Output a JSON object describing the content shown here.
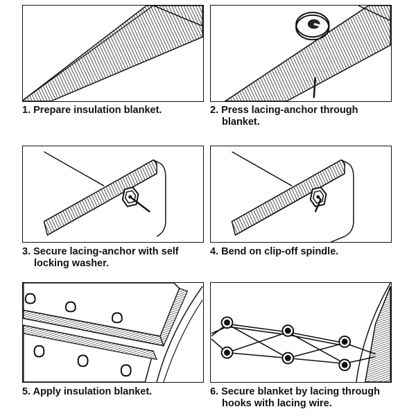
{
  "steps": [
    {
      "number": "1.",
      "line1": "Prepare insulation blanket.",
      "line2": ""
    },
    {
      "number": "2.",
      "line1": "Press lacing-anchor through",
      "line2": "blanket."
    },
    {
      "number": "3.",
      "line1": "Secure lacing-anchor with self",
      "line2": "locking washer."
    },
    {
      "number": "4.",
      "line1": "Bend on clip-off spindle.",
      "line2": ""
    },
    {
      "number": "5.",
      "line1": "Apply insulation blanket.",
      "line2": ""
    },
    {
      "number": "6.",
      "line1": "Secure blanket by lacing through",
      "line2": "hooks with lacing wire."
    }
  ]
}
